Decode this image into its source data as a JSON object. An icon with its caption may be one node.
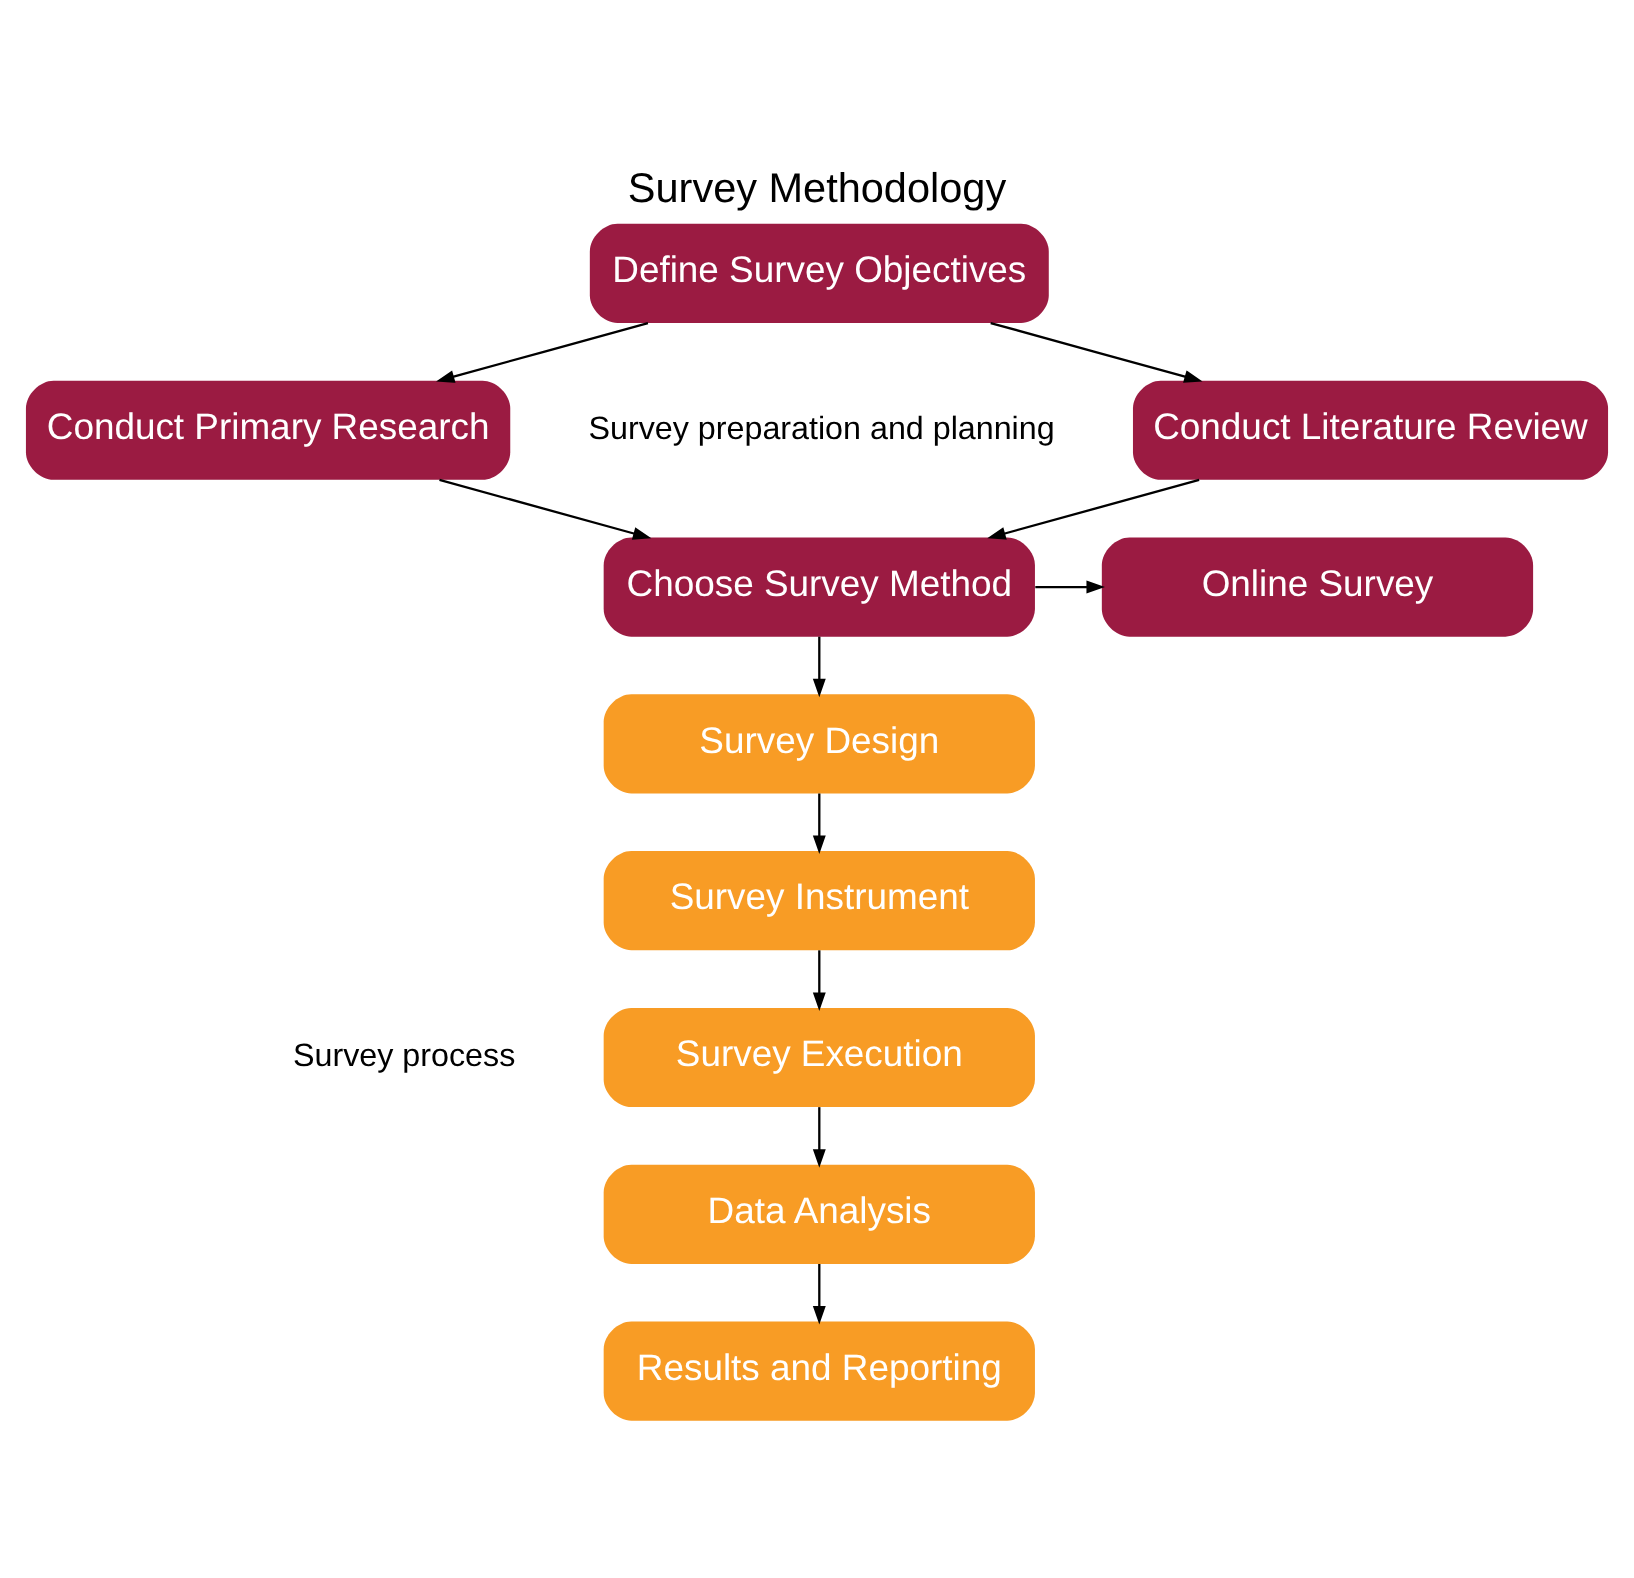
{
  "diagram": {
    "title": "Survey Methodology",
    "nodes": [
      {
        "text": [
          "Define Survey Objectives"
        ]
      },
      {
        "text": [
          "Conduct Literature Review"
        ]
      },
      {
        "text": [
          "Conduct Primary Research"
        ]
      },
      {
        "text": [
          "Choose Survey Method"
        ]
      },
      {
        "text": [
          "Online Survey"
        ]
      },
      {
        "text": [
          "Survey Design"
        ]
      },
      {
        "text": [
          "Survey Instrument"
        ]
      },
      {
        "text": [
          "Survey Execution"
        ]
      },
      {
        "text": [
          "Data Analysis"
        ]
      },
      {
        "text": [
          "Results and Reporting"
        ]
      }
    ],
    "edges": [
      {
        "from": 0,
        "to": 1,
        "arrow": "to"
      },
      {
        "from": 0,
        "to": 2,
        "arrow": "to"
      },
      {
        "from": 1,
        "to": 3,
        "arrow": "to"
      },
      {
        "from": 2,
        "to": 3,
        "arrow": "to"
      },
      {
        "from": 3,
        "to": 4,
        "arrow": "to"
      },
      {
        "from": 3,
        "to": 5,
        "arrow": "to"
      },
      {
        "from": 5,
        "to": 6,
        "arrow": "to"
      },
      {
        "from": 6,
        "to": 7,
        "arrow": "to"
      },
      {
        "from": 7,
        "to": 8,
        "arrow": "to"
      },
      {
        "from": 8,
        "to": 9,
        "arrow": "to"
      }
    ],
    "labels": [
      "Survey preparation and planning",
      "Survey process"
    ]
  }
}
